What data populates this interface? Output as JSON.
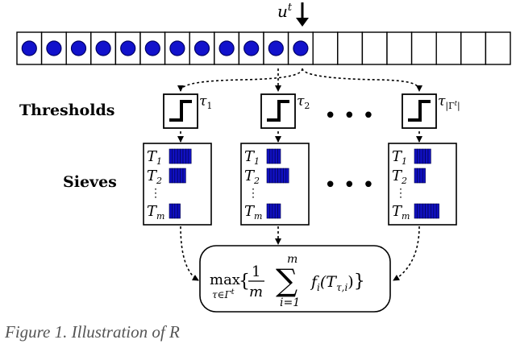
{
  "input_label": {
    "base": "u",
    "sup": "t"
  },
  "stream": {
    "filled_count": 12,
    "empty_count": 8,
    "dot_color": "#1212cc",
    "dot_outline": "#000066"
  },
  "row_labels": {
    "thresholds": "Thresholds",
    "sieves": "Sieves"
  },
  "ellipsis": "• • •",
  "thresholds": [
    {
      "sym": "τ",
      "sub": "1"
    },
    {
      "sym": "τ",
      "sub": "2"
    },
    {
      "sym": "τ",
      "sub": "|Γ",
      "sub_sup": "t",
      "sub_end": "|"
    }
  ],
  "sieves": [
    {
      "rows": [
        {
          "T": "T",
          "sub": "1",
          "blocks": 8
        },
        {
          "T": "T",
          "sub": "2",
          "blocks": 6
        },
        {
          "T": "T",
          "sub": "m",
          "blocks": 4
        }
      ]
    },
    {
      "rows": [
        {
          "T": "T",
          "sub": "1",
          "blocks": 5
        },
        {
          "T": "T",
          "sub": "2",
          "blocks": 8
        },
        {
          "T": "T",
          "sub": "m",
          "blocks": 5
        }
      ]
    },
    {
      "rows": [
        {
          "T": "T",
          "sub": "1",
          "blocks": 6
        },
        {
          "T": "T",
          "sub": "2",
          "blocks": 4
        },
        {
          "T": "T",
          "sub": "m",
          "blocks": 9
        }
      ]
    }
  ],
  "block_color": "#1010c0",
  "formula": {
    "max": "max",
    "under": "τ∈Γ",
    "under_sup": "t",
    "lbrace": "{",
    "num": "1",
    "den": "m",
    "sum": "∑",
    "sum_top": "m",
    "sum_bottom": "i=1",
    "f": "f",
    "f_sub": "i",
    "args": "(T",
    "args_sub": "τ,i",
    "rparen": ")",
    "rbrace": "}"
  },
  "caption": "Figure 1. Illustration of R"
}
